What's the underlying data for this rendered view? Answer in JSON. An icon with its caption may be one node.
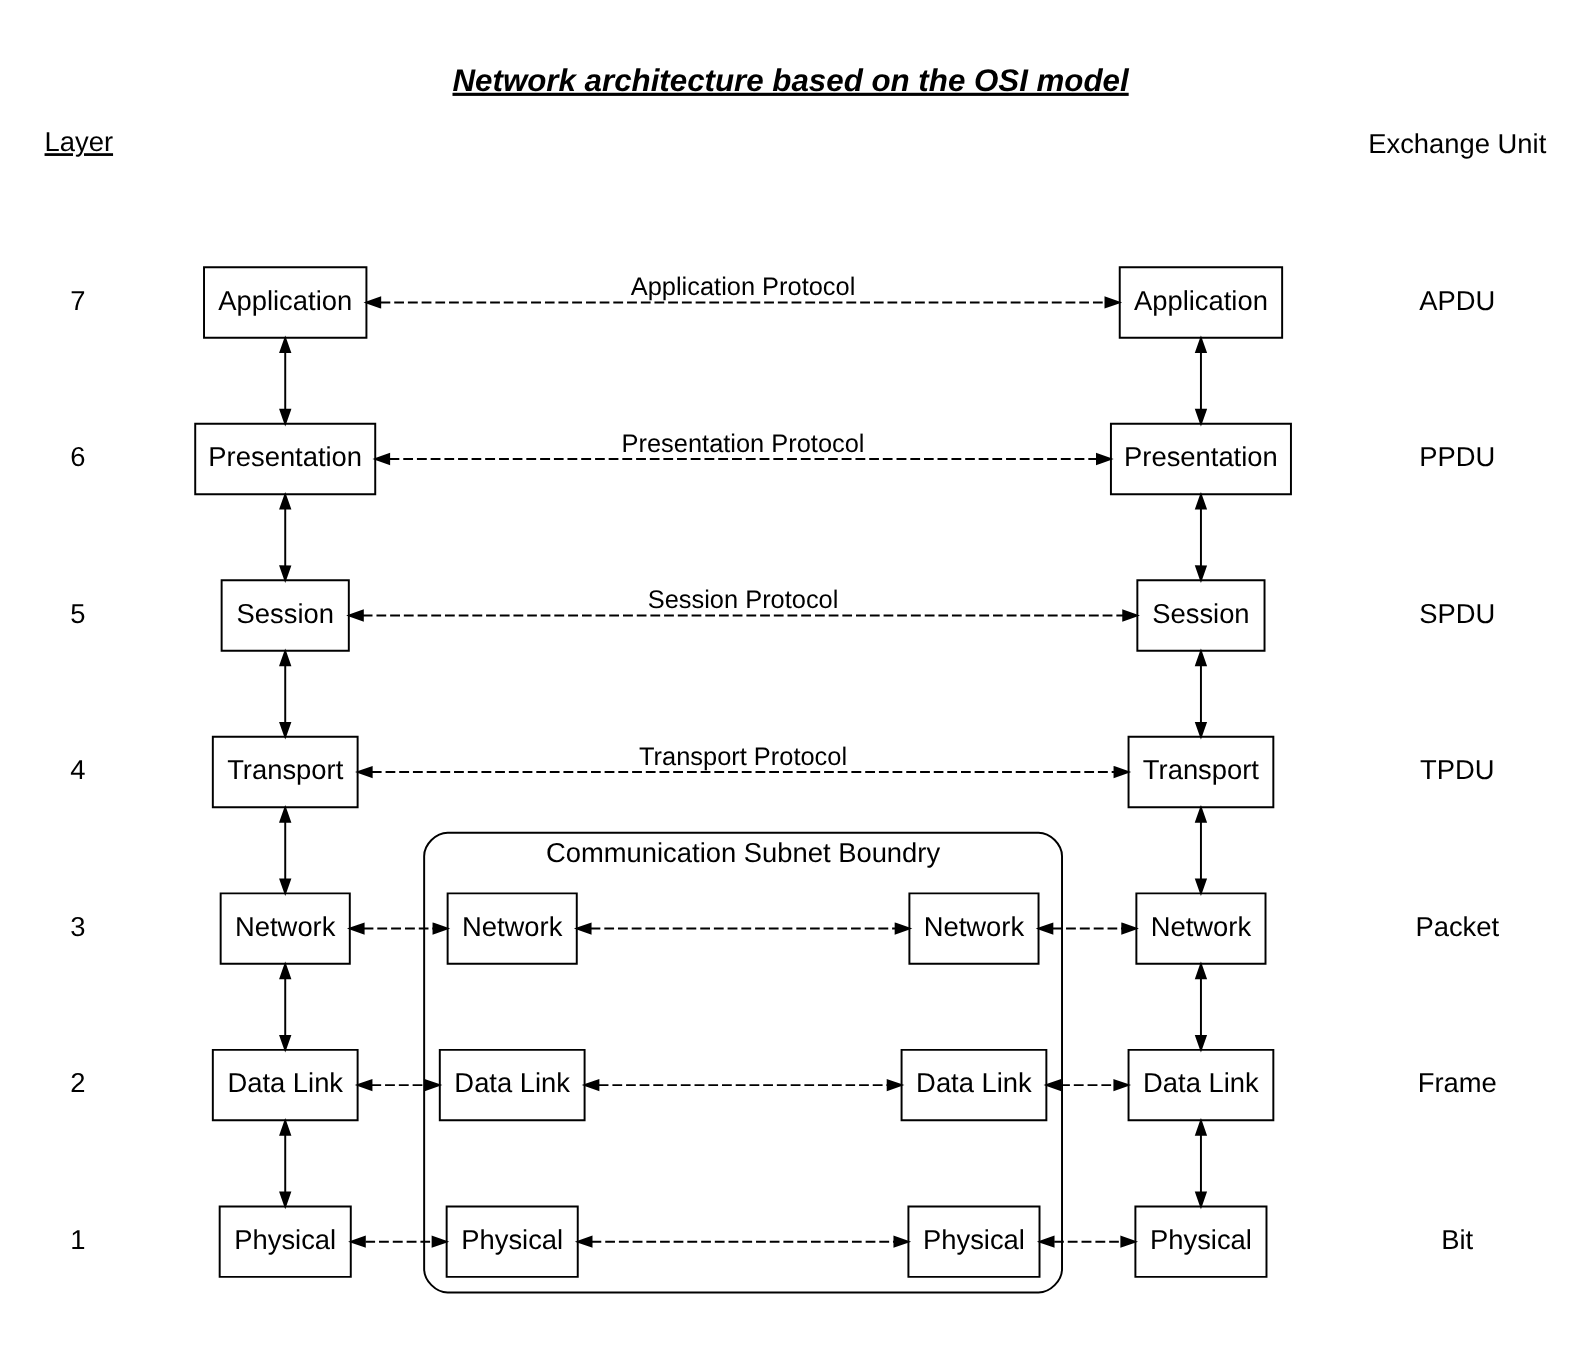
{
  "diagram": {
    "title": "Network architecture based on the OSI model",
    "nodes": [
      {
        "text": [
          "Application"
        ]
      },
      {
        "text": [
          "Presentation"
        ]
      },
      {
        "text": [
          "Session"
        ]
      },
      {
        "text": [
          "Transport"
        ]
      },
      {
        "text": [
          "Network"
        ]
      },
      {
        "text": [
          "Data Link"
        ]
      },
      {
        "text": [
          "Physical"
        ]
      },
      {
        "text": [
          "Application"
        ]
      },
      {
        "text": [
          "Presentation"
        ]
      },
      {
        "text": [
          "Session"
        ]
      },
      {
        "text": [
          "Transport"
        ]
      },
      {
        "text": [
          "Network"
        ]
      },
      {
        "text": [
          "Data Link"
        ]
      },
      {
        "text": [
          "Physical"
        ]
      },
      {
        "text": [
          "Communication Subnet Boundry"
        ]
      },
      {
        "text": [
          "Network"
        ],
        "in": 14
      },
      {
        "text": [
          "Network"
        ],
        "in": 14
      },
      {
        "text": [
          "Data Link"
        ],
        "in": 14
      },
      {
        "text": [
          "Data Link"
        ],
        "in": 14
      },
      {
        "text": [
          "Physical"
        ],
        "in": 14
      },
      {
        "text": [
          "Physical"
        ],
        "in": 14
      }
    ],
    "edges": [
      {
        "from": 0,
        "to": 1,
        "arrow": "both"
      },
      {
        "from": 1,
        "to": 2,
        "arrow": "both"
      },
      {
        "from": 2,
        "to": 3,
        "arrow": "both"
      },
      {
        "from": 3,
        "to": 4,
        "arrow": "both"
      },
      {
        "from": 4,
        "to": 5,
        "arrow": "both"
      },
      {
        "from": 5,
        "to": 6,
        "arrow": "both"
      },
      {
        "from": 7,
        "to": 8,
        "arrow": "both"
      },
      {
        "from": 8,
        "to": 9,
        "arrow": "both"
      },
      {
        "from": 9,
        "to": 10,
        "arrow": "both"
      },
      {
        "from": 10,
        "to": 11,
        "arrow": "both"
      },
      {
        "from": 11,
        "to": 12,
        "arrow": "both"
      },
      {
        "from": 12,
        "to": 13,
        "arrow": "both"
      },
      {
        "from": 0,
        "to": 7,
        "arrow": "both",
        "style": "dashed",
        "label": "Application Protocol"
      },
      {
        "from": 1,
        "to": 8,
        "arrow": "both",
        "style": "dashed",
        "label": "Presentation Protocol"
      },
      {
        "from": 2,
        "to": 9,
        "arrow": "both",
        "style": "dashed",
        "label": "Session Protocol"
      },
      {
        "from": 3,
        "to": 10,
        "arrow": "both",
        "style": "dashed",
        "label": "Transport Protocol"
      },
      {
        "from": 4,
        "to": 15,
        "arrow": "both",
        "style": "dashed"
      },
      {
        "from": 15,
        "to": 16,
        "arrow": "both",
        "style": "dashed"
      },
      {
        "from": 16,
        "to": 11,
        "arrow": "both",
        "style": "dashed"
      },
      {
        "from": 5,
        "to": 17,
        "arrow": "both",
        "style": "dashed"
      },
      {
        "from": 17,
        "to": 18,
        "arrow": "both",
        "style": "dashed"
      },
      {
        "from": 18,
        "to": 12,
        "arrow": "both",
        "style": "dashed"
      },
      {
        "from": 6,
        "to": 19,
        "arrow": "both",
        "style": "dashed"
      },
      {
        "from": 19,
        "to": 20,
        "arrow": "both",
        "style": "dashed"
      },
      {
        "from": 20,
        "to": 13,
        "arrow": "both",
        "style": "dashed"
      }
    ],
    "labels": [
      "Layer",
      "7",
      "6",
      "5",
      "4",
      "3",
      "2",
      "1",
      "Exchange Unit",
      "APDU",
      "PPDU",
      "SPDU",
      "TPDU",
      "Packet",
      "Frame",
      "Bit"
    ]
  }
}
